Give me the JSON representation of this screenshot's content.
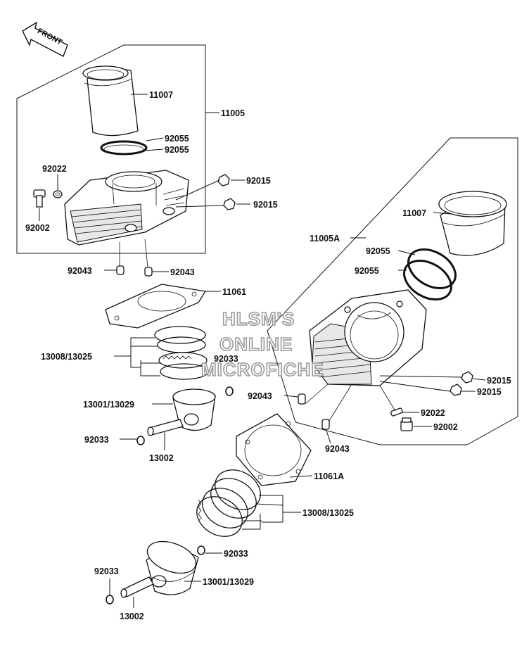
{
  "front_label": "FRONT",
  "watermark": [
    "HLSM'S",
    "ONLINE",
    "MICROFICHE"
  ],
  "callouts": {
    "c11007_top": "11007",
    "c11005": "11005",
    "c92055_a": "92055",
    "c92055_b": "92055",
    "c92022_top": "92022",
    "c92015_a": "92015",
    "c92015_b": "92015",
    "c92002_top": "92002",
    "c92043_l": "92043",
    "c92043_r": "92043",
    "c11061": "11061",
    "c13008_top": "13008/13025",
    "c92033_mid": "92033",
    "c13001_top": "13001/13029",
    "c92033_left": "92033",
    "c13002_top": "13002",
    "c11007_right": "11007",
    "c11005A": "11005A",
    "c92055_c": "92055",
    "c92055_d": "92055",
    "c92015_c": "92015",
    "c92015_d": "92015",
    "c92043_m": "92043",
    "c92022_right": "92022",
    "c92002_right": "92002",
    "c92043_n": "92043",
    "c11061A": "11061A",
    "c13008_bot": "13008/13025",
    "c92033_bot": "92033",
    "c13001_bot": "13001/13029",
    "c92033_bl": "92033",
    "c13002_bot": "13002"
  }
}
